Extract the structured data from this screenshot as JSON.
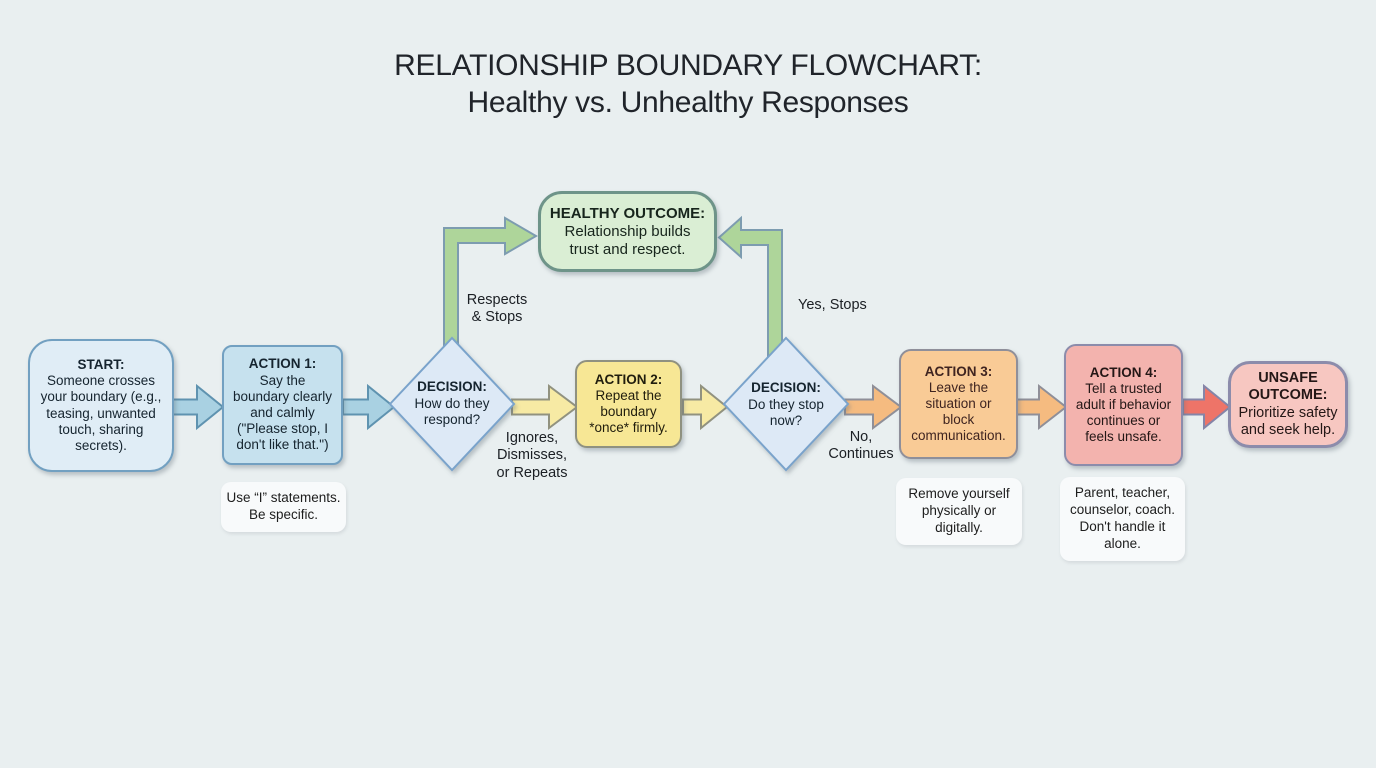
{
  "title": {
    "line1": "RELATIONSHIP BOUNDARY FLOWCHART:",
    "line2": "Healthy vs. Unhealthy Responses"
  },
  "nodes": {
    "start": {
      "header": "START:",
      "body": "Someone crosses your boundary (e.g., teasing, unwanted touch, sharing secrets)."
    },
    "action1": {
      "header": "ACTION 1:",
      "body": "Say the boundary clearly and calmly (\"Please stop, I don't like that.\")"
    },
    "decision1": {
      "header": "DECISION:",
      "body": "How do they respond?"
    },
    "healthy": {
      "header": "HEALTHY OUTCOME:",
      "body": "Relationship builds trust and respect."
    },
    "action2": {
      "header": "ACTION 2:",
      "body": "Repeat the boundary *once* firmly."
    },
    "decision2": {
      "header": "DECISION:",
      "body": "Do they stop now?"
    },
    "action3": {
      "header": "ACTION 3:",
      "body": "Leave the situation or block communication."
    },
    "action4": {
      "header": "ACTION 4:",
      "body": "Tell a trusted adult if behavior continues or feels unsafe."
    },
    "unsafe": {
      "header": "UNSAFE OUTCOME:",
      "body": "Prioritize safety and seek help."
    }
  },
  "notes": {
    "action1": "Use “I” statements. Be specific.",
    "action3": "Remove yourself physically or digitally.",
    "action4": "Parent, teacher, counselor, coach. Don't handle it alone."
  },
  "edge_labels": {
    "respects_stops": "Respects & Stops",
    "ignores_dismisses": "Ignores, Dismisses, or Repeats",
    "yes_stops": "Yes, Stops",
    "no_continues": "No, Continues"
  },
  "colors": {
    "background": "#e9eff0",
    "start_fill": "#e0edf6",
    "action1_fill": "#c6e1ee",
    "blue_arrow": "#a9d1e2",
    "diamond_fill": "#dde9f6",
    "green_arrow": "#aed59a",
    "healthy_fill": "#daeed4",
    "yellow_arrow": "#f7eaa4",
    "action2_fill": "#f7e795",
    "orange_arrow": "#f5bb80",
    "action3_fill": "#f9cb96",
    "action4_fill": "#f3b3ae",
    "red_arrow": "#ee7468",
    "unsafe_fill": "#f7c7c1"
  }
}
